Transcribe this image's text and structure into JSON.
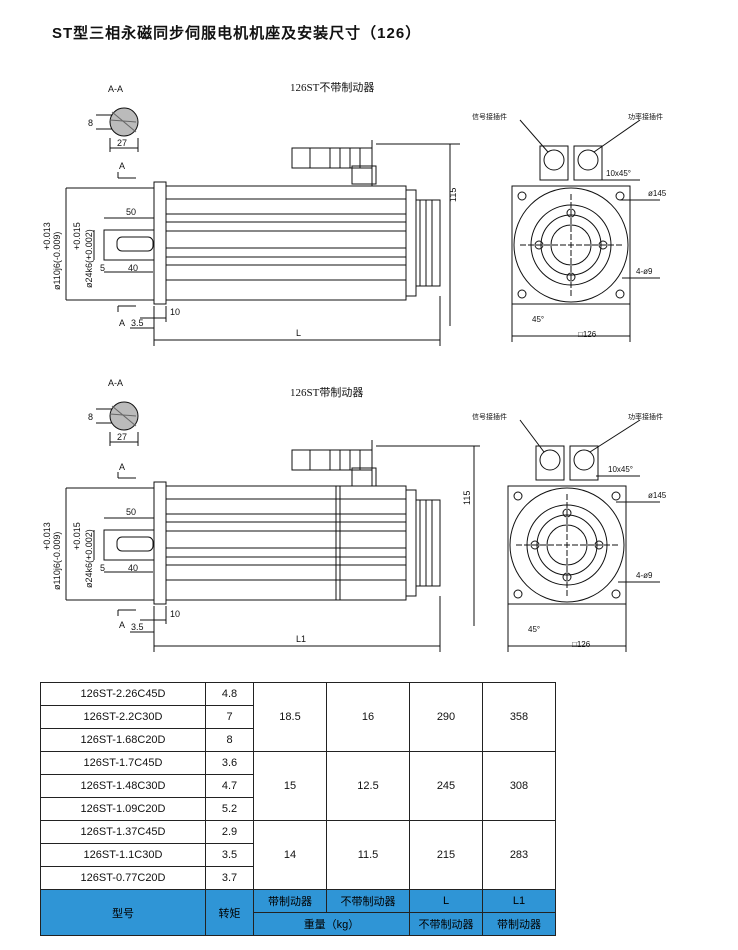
{
  "title": "ST型三相永磁同步伺服电机机座及安装尺寸（126）",
  "drawing_top": {
    "caption": "126ST不带制动器",
    "section_label": "A-A",
    "dim_key": "8",
    "dim_shaft_section": "27",
    "marker_a": "A",
    "dim_flange_fit": "ø110j6(-0.009)",
    "dim_flange_tol": "+0.013",
    "dim_shaft_fit": "ø24k6(+0.002)",
    "dim_shaft_tol": "+0.015",
    "dim_50": "50",
    "dim_5": "5",
    "dim_40": "40",
    "dim_10": "10",
    "dim_3_5": "3.5",
    "dim_length": "L",
    "dim_115": "115",
    "label_signal": "信号接插件",
    "label_power": "功率接插件",
    "dim_chamfer": "10x45°",
    "dim_145": "ø145",
    "dim_holes": "4-ø9",
    "dim_angle": "45°",
    "dim_square": "□126"
  },
  "drawing_bottom": {
    "caption": "126ST带制动器",
    "section_label": "A-A",
    "dim_key": "8",
    "dim_shaft_section": "27",
    "marker_a": "A",
    "dim_flange_fit": "ø110j6(-0.009)",
    "dim_flange_tol": "+0.013",
    "dim_shaft_fit": "ø24k6(+0.002)",
    "dim_shaft_tol": "+0.015",
    "dim_50": "50",
    "dim_5": "5",
    "dim_40": "40",
    "dim_10": "10",
    "dim_3_5": "3.5",
    "dim_length": "L1",
    "dim_115": "115",
    "label_signal": "信号接插件",
    "label_power": "功率接插件",
    "dim_chamfer": "10x45°",
    "dim_145": "ø145",
    "dim_holes": "4-ø9",
    "dim_angle": "45°",
    "dim_square": "□126"
  },
  "table": {
    "groups": [
      {
        "rows": [
          [
            "126ST-2.26C45D",
            "4.8"
          ],
          [
            "126ST-2.2C30D",
            "7"
          ],
          [
            "126ST-1.68C20D",
            "8"
          ]
        ],
        "weight_brake": "18.5",
        "weight_nobrake": "16",
        "L": "290",
        "L1": "358"
      },
      {
        "rows": [
          [
            "126ST-1.7C45D",
            "3.6"
          ],
          [
            "126ST-1.48C30D",
            "4.7"
          ],
          [
            "126ST-1.09C20D",
            "5.2"
          ]
        ],
        "weight_brake": "15",
        "weight_nobrake": "12.5",
        "L": "245",
        "L1": "308"
      },
      {
        "rows": [
          [
            "126ST-1.37C45D",
            "2.9"
          ],
          [
            "126ST-1.1C30D",
            "3.5"
          ],
          [
            "126ST-0.77C20D",
            "3.7"
          ]
        ],
        "weight_brake": "14",
        "weight_nobrake": "11.5",
        "L": "215",
        "L1": "283"
      }
    ],
    "header": {
      "model": "型号",
      "torque": "转矩",
      "with_brake": "带制动器",
      "without_brake": "不带制动器",
      "weight": "重量（kg）",
      "col_L": "L",
      "col_L1": "L1",
      "L_sub": "不带制动器",
      "L1_sub": "带制动器"
    },
    "header_color": "#2f95d6"
  }
}
